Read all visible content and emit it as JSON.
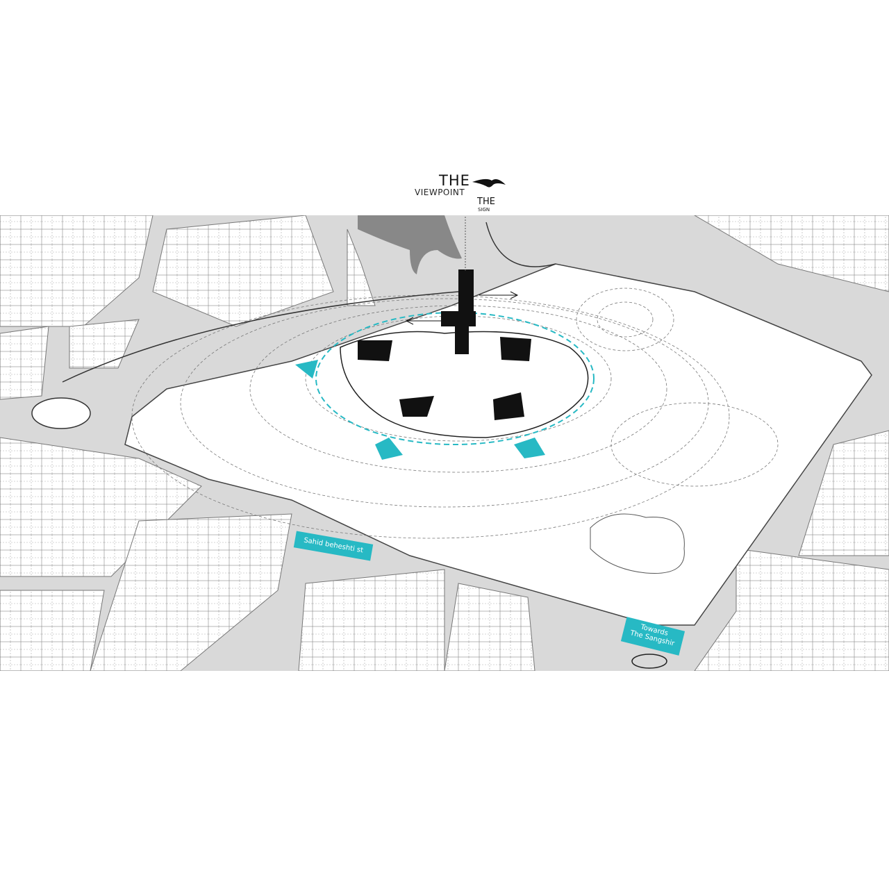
{
  "title": {
    "line1": "THE",
    "line2": "VIEWPOINT",
    "line3": "THE",
    "line4": "SIGN"
  },
  "labels": {
    "street": "Sahid beheshti st",
    "towards_line1": "Towards",
    "towards_line2": "The Sangshir"
  },
  "colors": {
    "accent": "#27b9c4",
    "road": "#d9d9d9",
    "block": "#ffffff",
    "ink": "#111111"
  }
}
